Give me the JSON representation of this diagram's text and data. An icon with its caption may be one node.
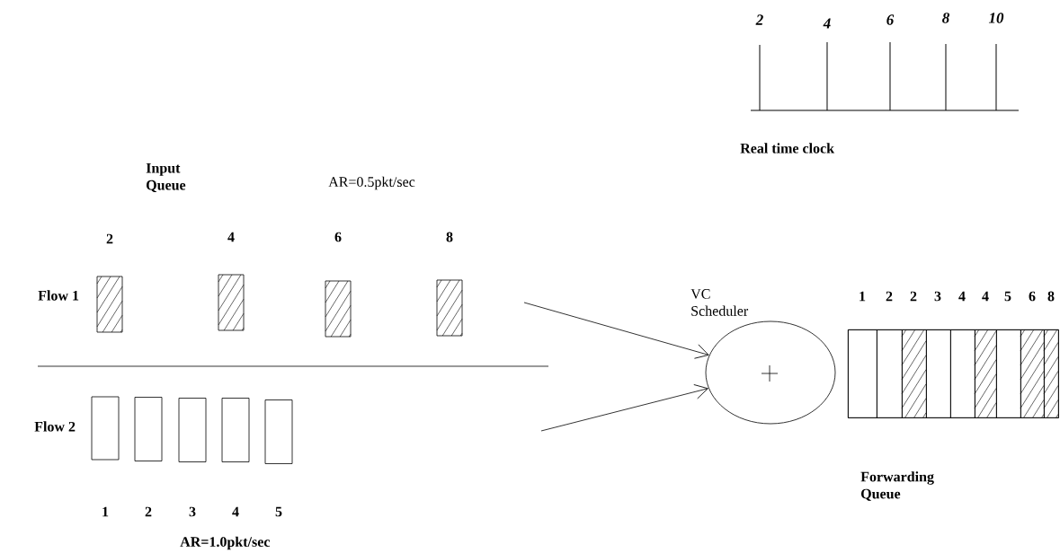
{
  "diagram": {
    "nodes": [
      {
        "text": [
          "2"
        ]
      },
      {
        "text": [
          "4"
        ]
      },
      {
        "text": [
          "6"
        ]
      },
      {
        "text": [
          "8"
        ]
      },
      {
        "text": [
          "1"
        ]
      },
      {
        "text": [
          "2"
        ]
      },
      {
        "text": [
          "3"
        ]
      },
      {
        "text": [
          "4"
        ]
      },
      {
        "text": [
          "5"
        ]
      },
      {
        "text": [
          "VC Scheduler"
        ]
      },
      {
        "text": [
          "Forwarding Queue"
        ]
      },
      {
        "text": [
          "1"
        ],
        "in": 10
      },
      {
        "text": [
          "2"
        ],
        "in": 10
      },
      {
        "text": [
          "2"
        ],
        "in": 10
      },
      {
        "text": [
          "3"
        ],
        "in": 10
      },
      {
        "text": [
          "4"
        ],
        "in": 10
      },
      {
        "text": [
          "4"
        ],
        "in": 10
      },
      {
        "text": [
          "5"
        ],
        "in": 10
      },
      {
        "text": [
          "6"
        ],
        "in": 10
      },
      {
        "text": [
          "8"
        ],
        "in": 10
      }
    ],
    "edges": [
      {
        "from": null,
        "to": 9,
        "arrow": "to"
      },
      {
        "from": null,
        "to": 9,
        "arrow": "to"
      }
    ],
    "labels": [
      "2",
      "4",
      "6",
      "8",
      "10",
      "Real time clock",
      "Input Queue",
      "AR=0.5pkt/sec",
      "Flow 1",
      "Flow 2",
      "AR=1.0pkt/sec"
    ]
  }
}
